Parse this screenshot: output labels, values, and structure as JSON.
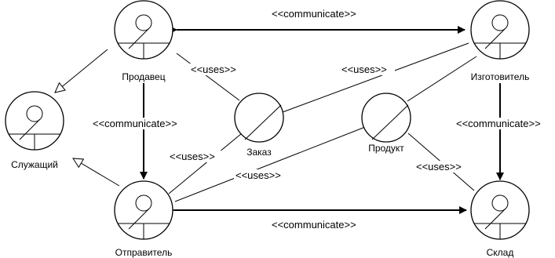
{
  "diagram": {
    "objects": {
      "seller": "Продавец",
      "manufacturer": "Изготовитель",
      "employee": "Служащий",
      "order": "Заказ",
      "product": "Продукт",
      "shipper": "Отправитель",
      "warehouse": "Склад"
    },
    "relations": {
      "seller_manufacturer": "<<communicate>>",
      "seller_shipper": "<<communicate>>",
      "shipper_warehouse": "<<communicate>>",
      "manufacturer_warehouse": "<<communicate>>",
      "seller_order": "<<uses>>",
      "manufacturer_order": "<<uses>>",
      "shipper_order": "<<uses>>",
      "shipper_product": "<<uses>>",
      "warehouse_product": "<<uses>>"
    }
  }
}
